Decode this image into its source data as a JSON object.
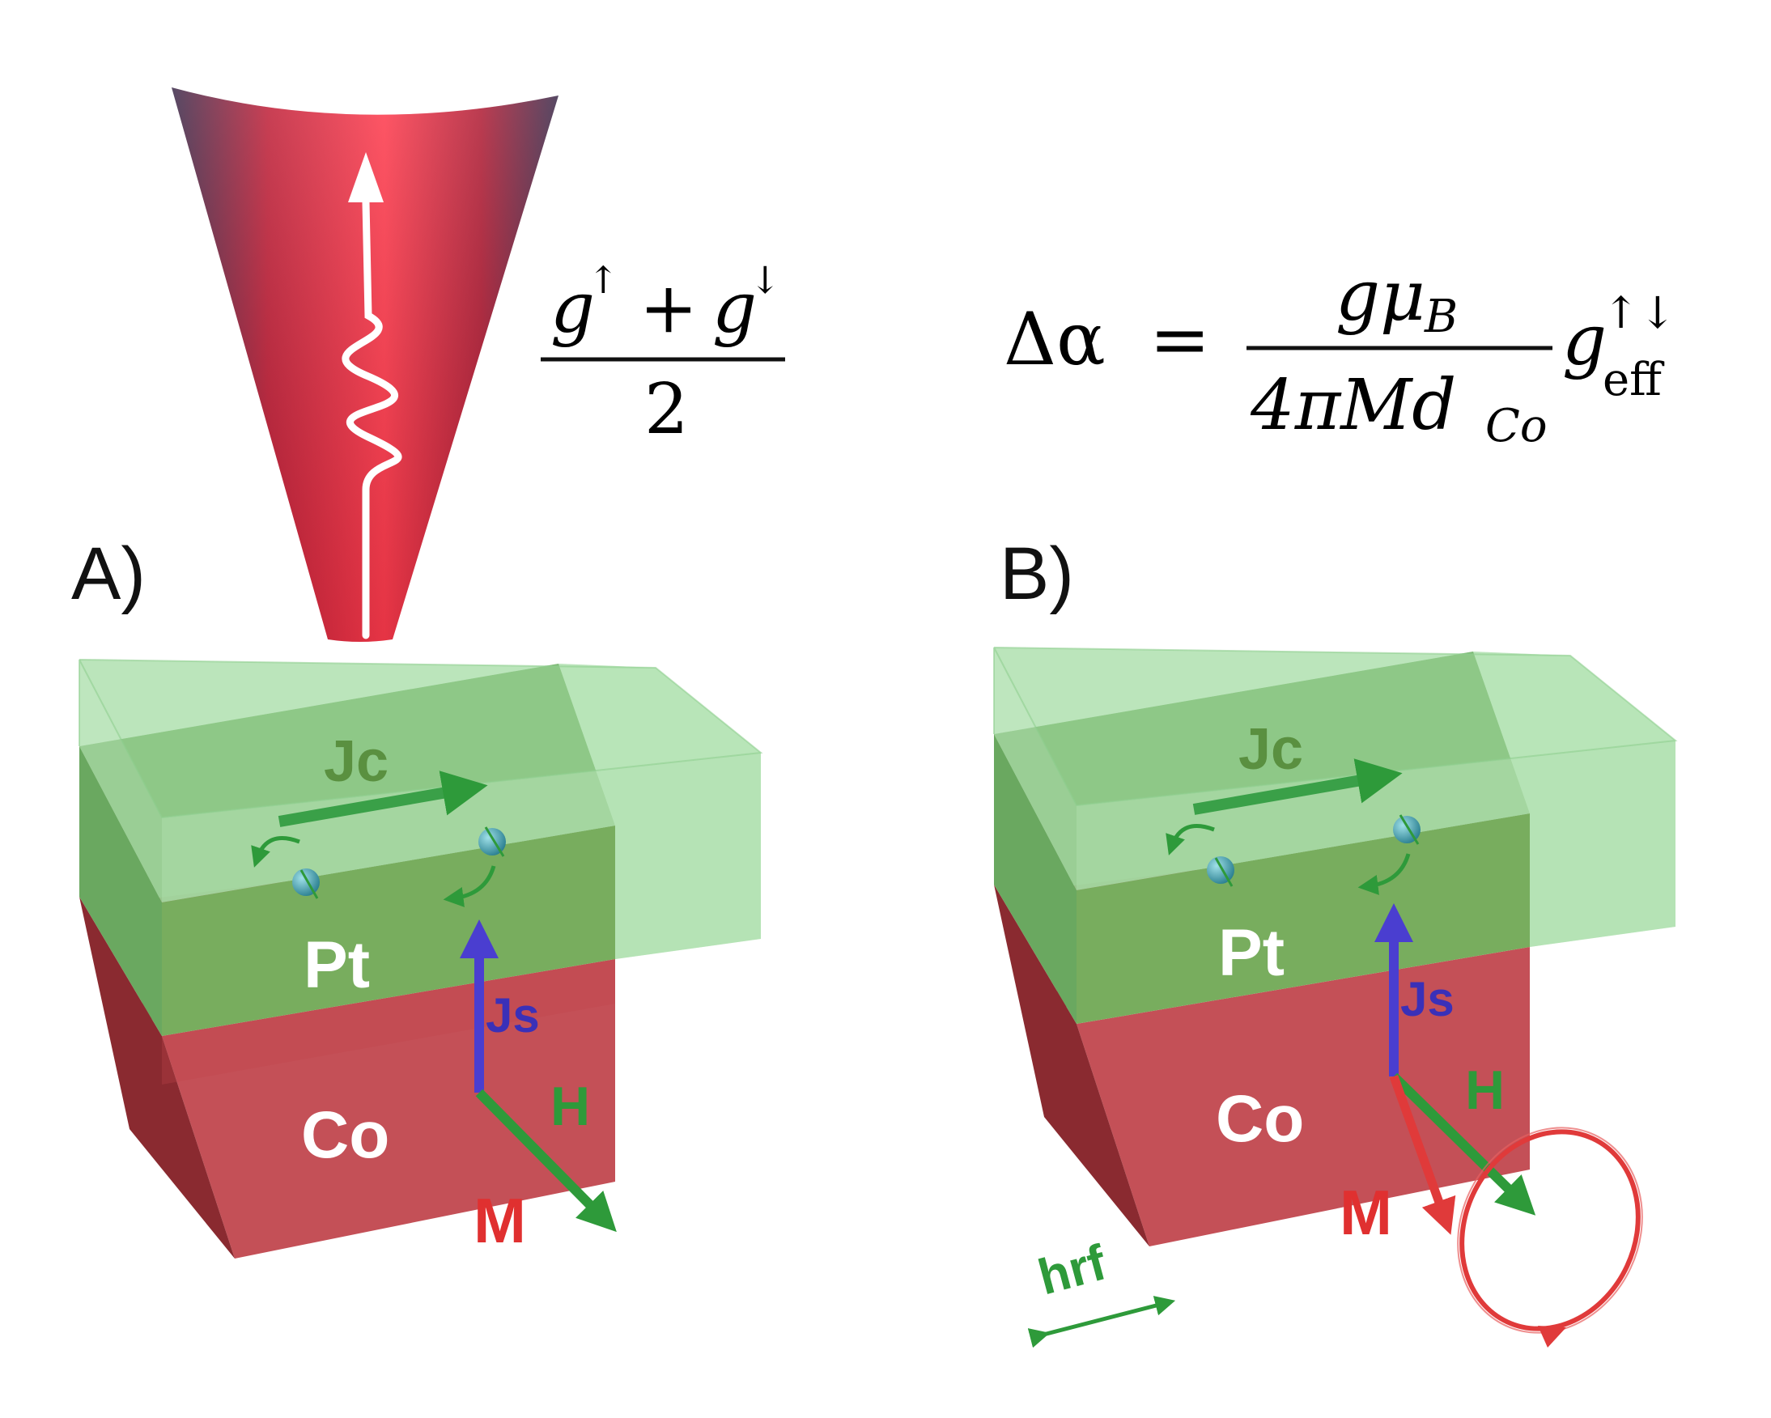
{
  "panel_a": {
    "label": "A)",
    "formula": {
      "num_g1": "g",
      "num_up": "↑",
      "num_plus": "+",
      "num_g2": "g",
      "num_down": "↓",
      "den": "2"
    },
    "layers": {
      "top": "Pt",
      "bottom": "Co"
    },
    "vectors": {
      "charge_current": "Jc",
      "spin_current": "Js",
      "field": "H",
      "magnetization": "M"
    }
  },
  "panel_b": {
    "label": "B)",
    "formula": {
      "lhs": "Δα",
      "eq": "=",
      "num": "gμ",
      "num_sub": "B",
      "den": "4πMd",
      "den_sub": "Co",
      "g": "g",
      "g_sup": "↑↓",
      "g_sub": "eff"
    },
    "layers": {
      "top": "Pt",
      "bottom": "Co"
    },
    "vectors": {
      "charge_current": "Jc",
      "spin_current": "Js",
      "field": "H",
      "magnetization": "M",
      "rf_field": "hrf"
    }
  },
  "colors": {
    "pt_layer": "#7fd68a",
    "co_layer": "#c84a50",
    "cone": "#e8303f",
    "jc_arrow": "#3aa048",
    "js_arrow": "#4a3ed0",
    "h_arrow": "#2e9a3a",
    "m_arrow": "#e03a3a"
  }
}
